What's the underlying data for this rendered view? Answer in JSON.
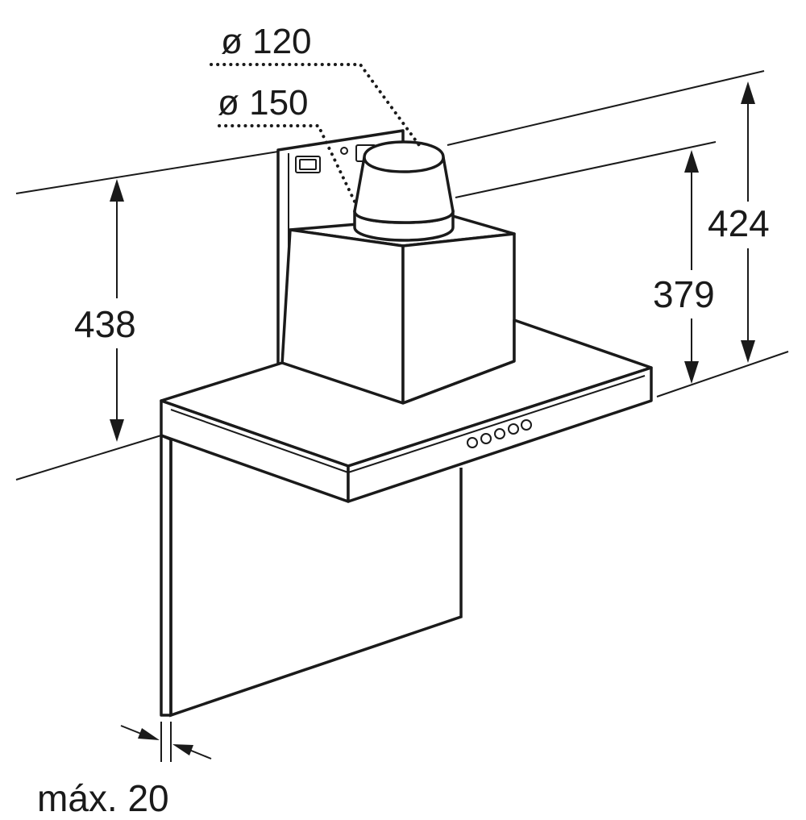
{
  "dimensions": {
    "duct_inner_diameter": "ø 120",
    "duct_outer_diameter": "ø 150",
    "left_height": "438",
    "right_inner_height": "379",
    "right_outer_height": "424",
    "bottom_gap": "máx. 20"
  },
  "colors": {
    "stroke": "#1a1a1a",
    "background": "#ffffff"
  }
}
